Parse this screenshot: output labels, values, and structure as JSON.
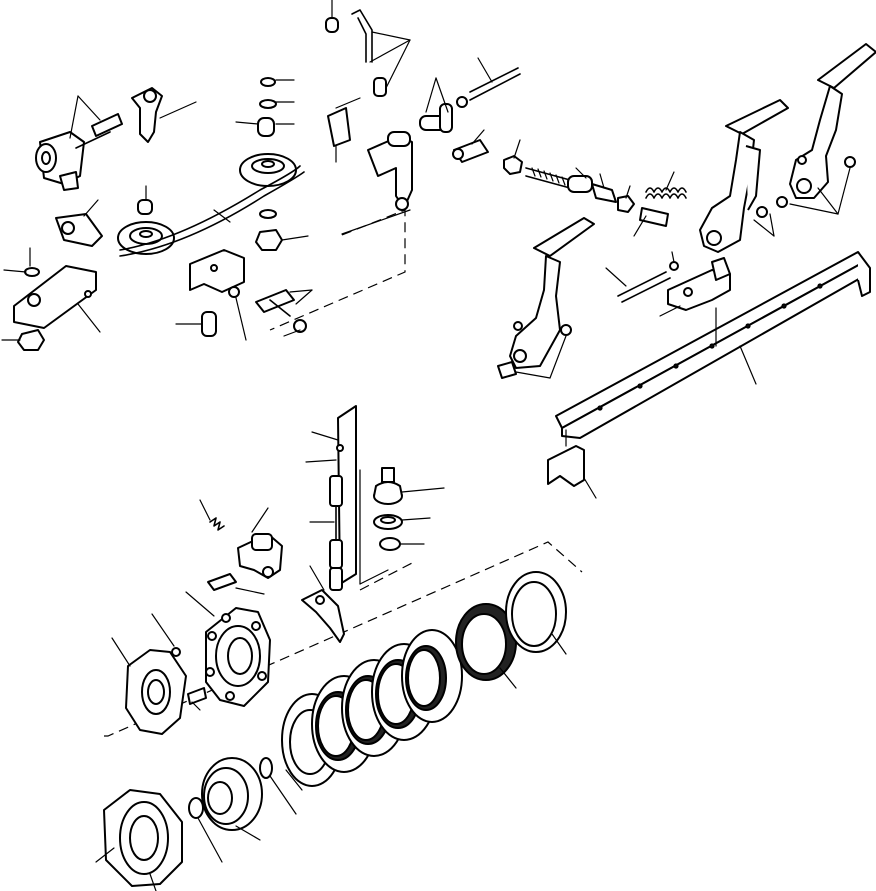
{
  "diagram": {
    "kind": "exploded-parts-diagram",
    "groups": [
      "brake-pedal-linkage-assembly",
      "brake-disc-pack-assembly"
    ]
  }
}
